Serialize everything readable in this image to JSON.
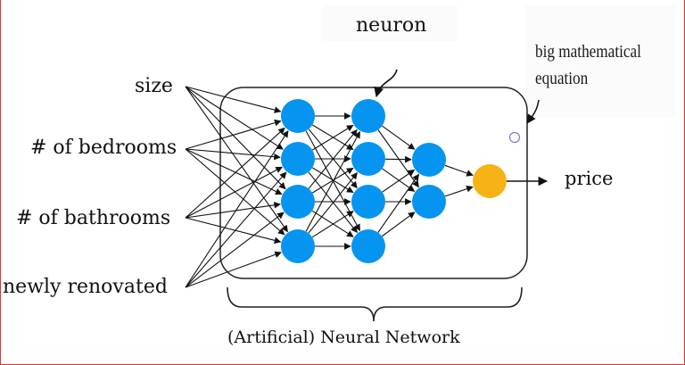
{
  "inputs": [
    "size",
    "# of bedrooms",
    "# of bathrooms",
    "newly renovated"
  ],
  "output_label": "price",
  "annotations": {
    "neuron": "neuron",
    "equation_line1": "big mathematical",
    "equation_line2": "equation",
    "network": "(Artificial) Neural Network"
  },
  "layers": [
    4,
    4,
    2,
    1
  ],
  "colors": {
    "hidden_node": "#0595f0",
    "output_node": "#f7b215",
    "edge": "#111111",
    "frame_border": "#d9392f"
  }
}
